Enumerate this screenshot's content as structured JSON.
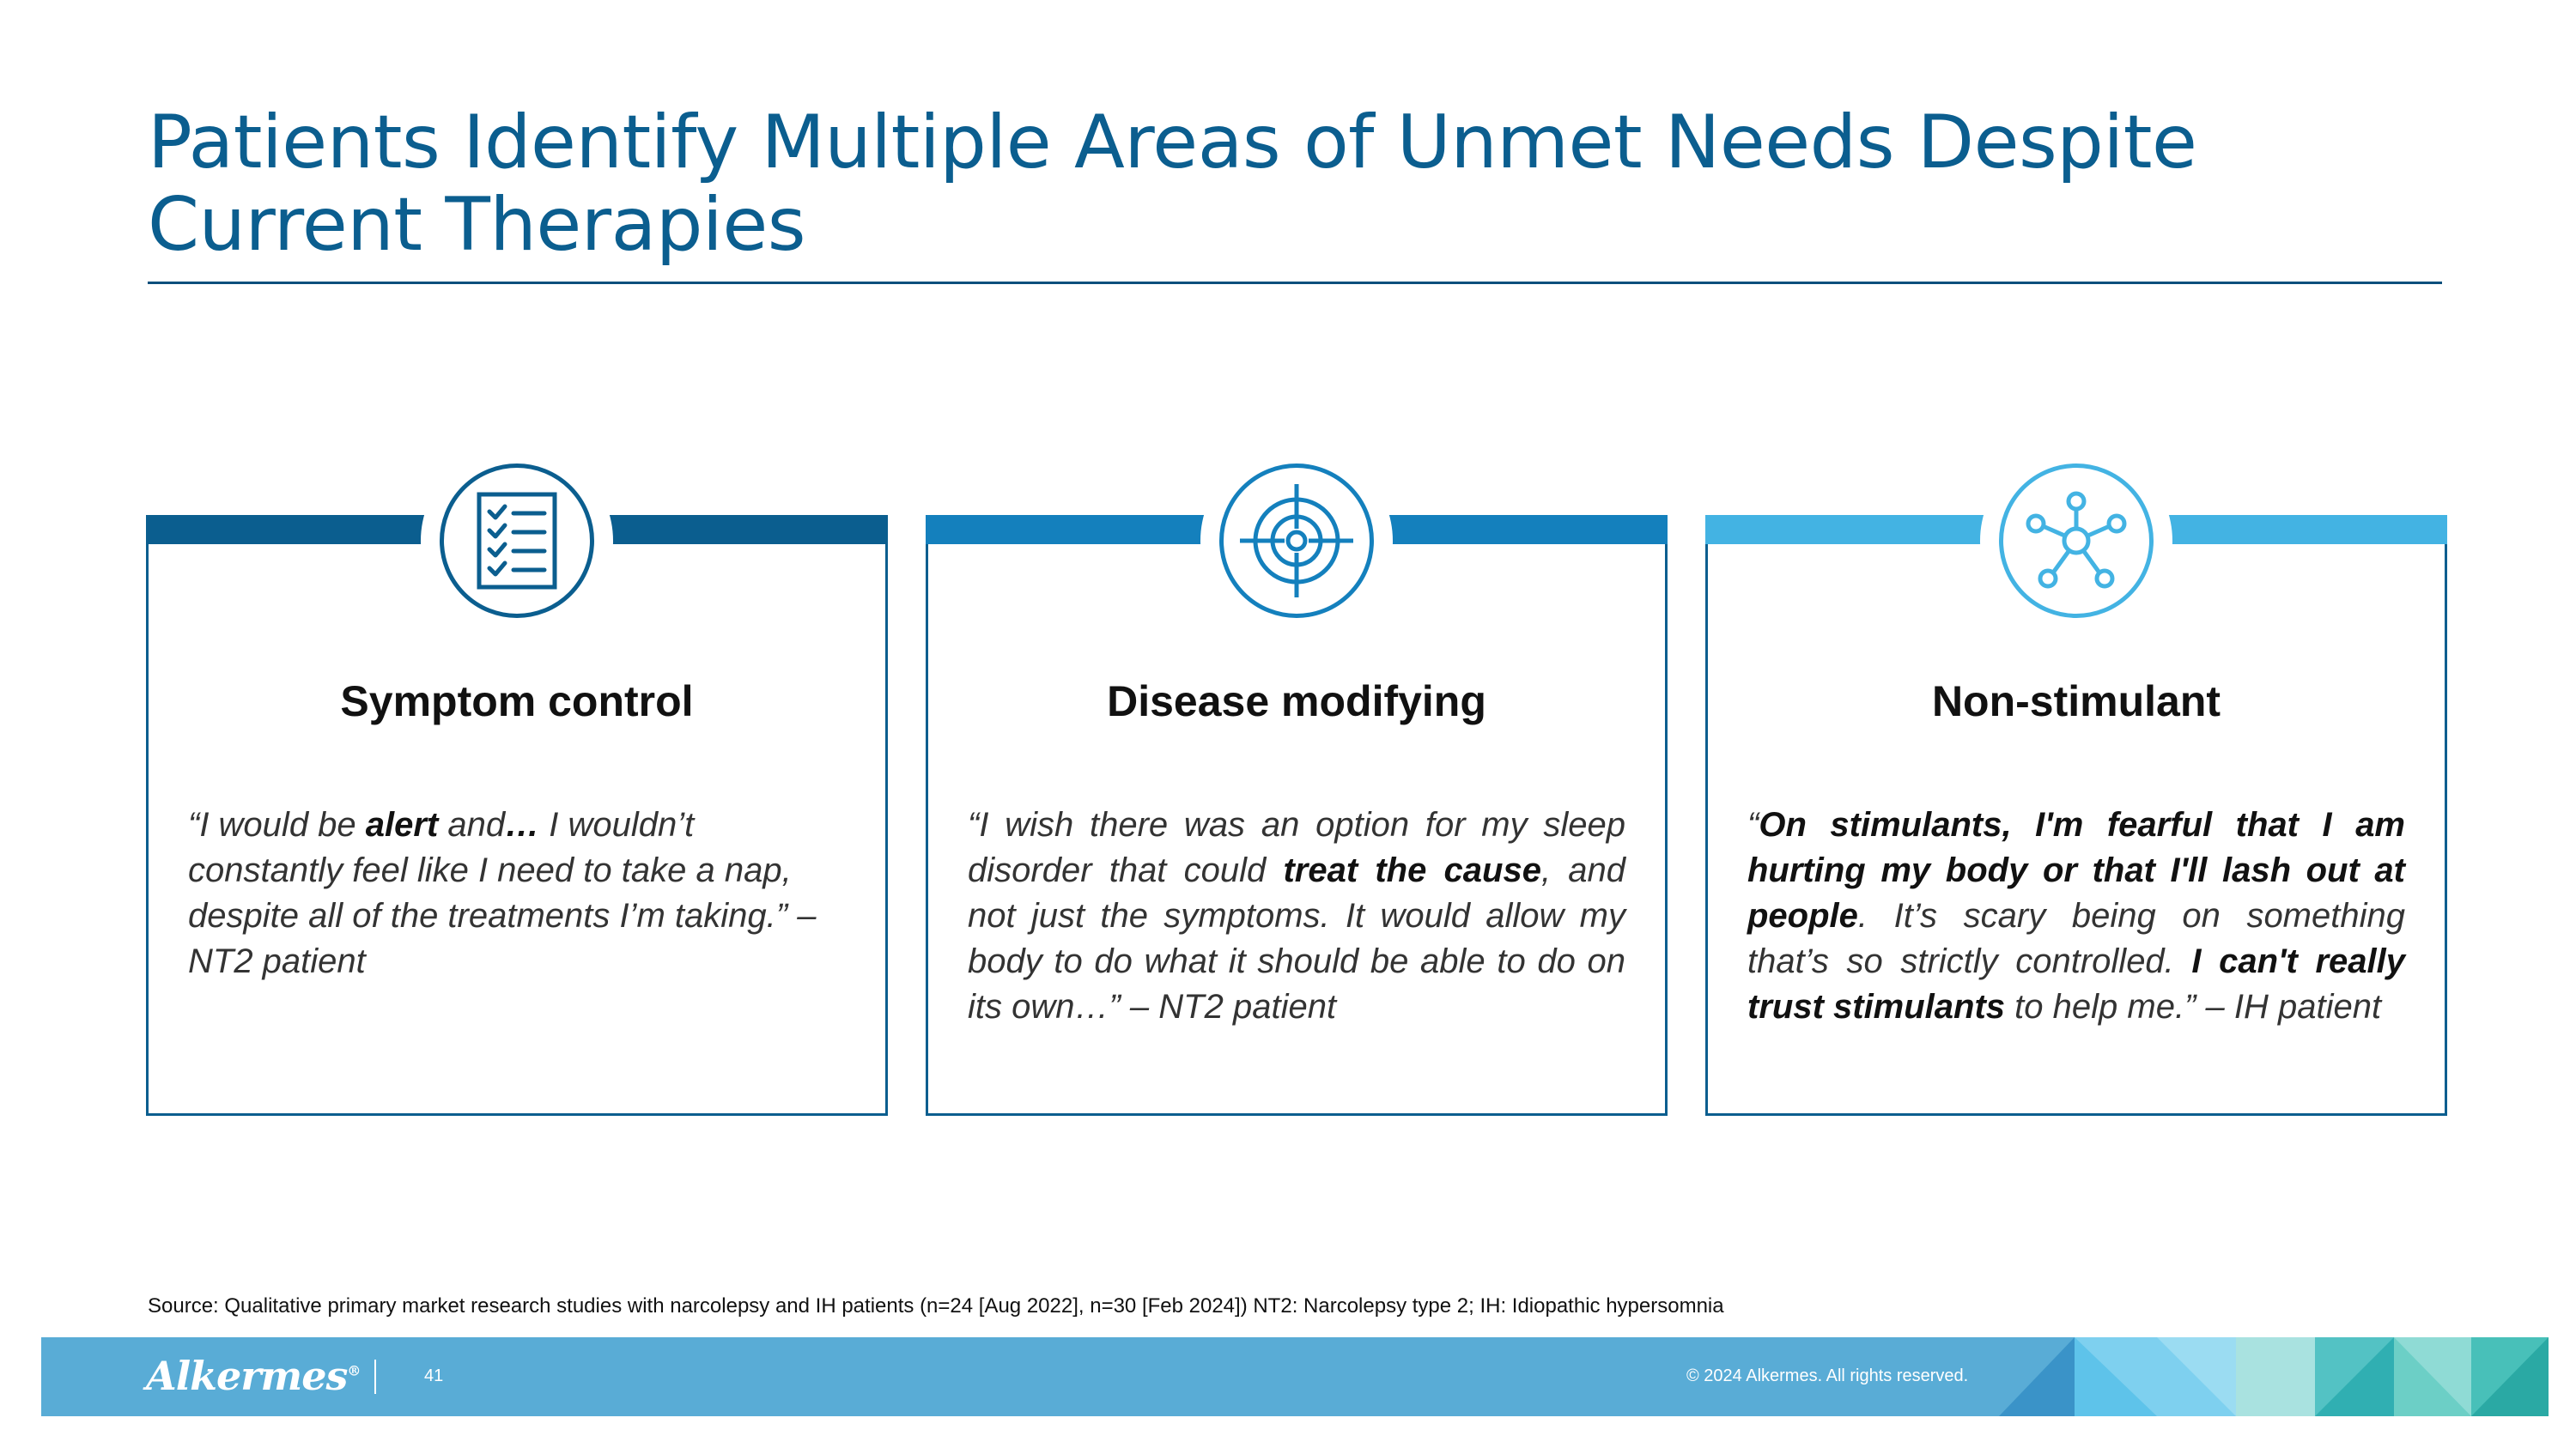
{
  "slide": {
    "title": "Patients Identify Multiple Areas of Unmet Needs Despite Current Therapies"
  },
  "cards": [
    {
      "heading": "Symptom control",
      "icon": "checklist-icon",
      "accent": "#0b5e8f",
      "quote": [
        {
          "text": "“I would be ",
          "bold": false
        },
        {
          "text": "alert",
          "bold": true
        },
        {
          "text": " and",
          "bold": false
        },
        {
          "text": "…",
          "bold": true
        },
        {
          "text": " I wouldn’t constantly feel like I need to take a nap, despite all of the treatments I’m taking.” – NT2 patient",
          "bold": false
        }
      ]
    },
    {
      "heading": "Disease modifying",
      "icon": "target-icon",
      "accent": "#1480bd",
      "quote": [
        {
          "text": "“I wish there was an option for my sleep disorder that could ",
          "bold": false
        },
        {
          "text": "treat the cause",
          "bold": true
        },
        {
          "text": ", and not just the symptoms. It would allow my body to do what it should be able to do on its own…”  – NT2 patient",
          "bold": false
        }
      ]
    },
    {
      "heading": "Non-stimulant",
      "icon": "network-icon",
      "accent": "#43b3e3",
      "quote": [
        {
          "text": "“",
          "bold": false
        },
        {
          "text": "On stimulants, I'm fearful that I am hurting my body or that I'll lash out at people",
          "bold": true
        },
        {
          "text": ". It’s scary being on something that’s so strictly controlled. ",
          "bold": false
        },
        {
          "text": "I can't really trust stimulants",
          "bold": true
        },
        {
          "text": " to help me.”  – IH patient",
          "bold": false
        }
      ]
    }
  ],
  "source_note": "Source: Qualitative primary market research studies with narcolepsy and IH patients (n=24 [Aug 2022], n=30 [Feb 2024])  NT2: Narcolepsy type 2; IH: Idiopathic hypersomnia",
  "footer": {
    "logo": "Alkermes",
    "logo_mark": "®",
    "page_number": "41",
    "copyright": "© 2024 Alkermes. All rights reserved.",
    "bar_color": "#59acd6"
  }
}
